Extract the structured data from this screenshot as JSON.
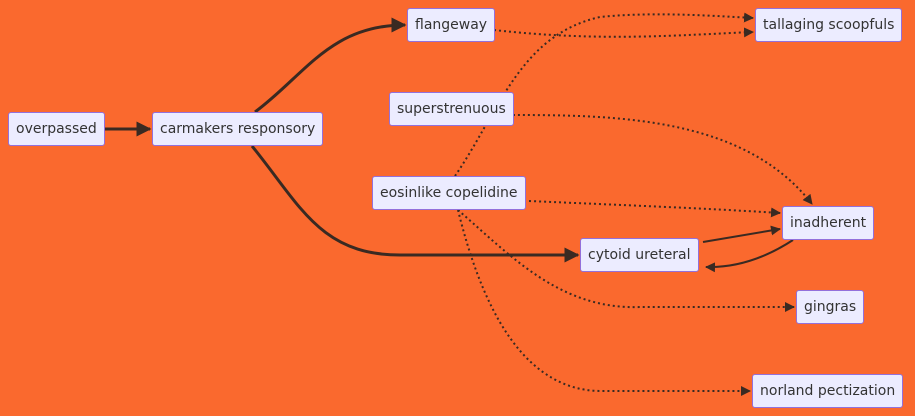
{
  "diagram": {
    "colors": {
      "background": "#fa692e",
      "node_fill": "#ececff",
      "node_border": "#9370db",
      "edge": "#3a2a22",
      "text": "#333333"
    },
    "nodes": [
      {
        "id": "overpassed",
        "label": "overpassed"
      },
      {
        "id": "carmakers",
        "label": "carmakers responsory"
      },
      {
        "id": "flangeway",
        "label": "flangeway"
      },
      {
        "id": "superstrenuous",
        "label": "superstrenuous"
      },
      {
        "id": "eosinlike",
        "label": "eosinlike copelidine"
      },
      {
        "id": "tallaging",
        "label": "tallaging scoopfuls"
      },
      {
        "id": "cytoid",
        "label": "cytoid ureteral"
      },
      {
        "id": "inadherent",
        "label": "inadherent"
      },
      {
        "id": "gingras",
        "label": "gingras"
      },
      {
        "id": "norland",
        "label": "norland pectization"
      }
    ],
    "edges": [
      {
        "from": "overpassed",
        "to": "carmakers",
        "style": "thick"
      },
      {
        "from": "carmakers",
        "to": "flangeway",
        "style": "thick"
      },
      {
        "from": "carmakers",
        "to": "cytoid",
        "style": "thick"
      },
      {
        "from": "flangeway",
        "to": "tallaging",
        "style": "dotted"
      },
      {
        "from": "eosinlike",
        "to": "tallaging",
        "style": "dotted"
      },
      {
        "from": "superstrenuous",
        "to": "inadherent",
        "style": "dotted"
      },
      {
        "from": "eosinlike",
        "to": "inadherent",
        "style": "dotted"
      },
      {
        "from": "cytoid",
        "to": "inadherent",
        "style": "normal"
      },
      {
        "from": "inadherent",
        "to": "cytoid",
        "style": "normal"
      },
      {
        "from": "eosinlike",
        "to": "gingras",
        "style": "dotted"
      },
      {
        "from": "eosinlike",
        "to": "norland",
        "style": "dotted"
      }
    ]
  }
}
